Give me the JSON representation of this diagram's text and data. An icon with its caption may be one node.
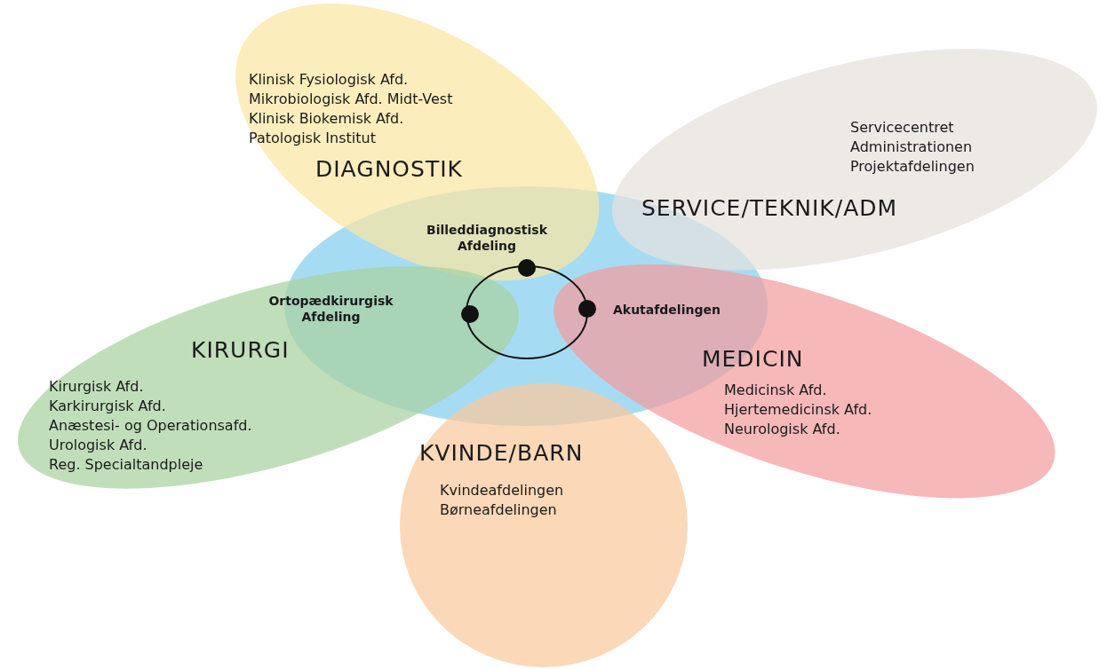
{
  "diagram": {
    "nodes": [
      {
        "text": [
          "Klinisk Fysiologisk Afd.",
          "Mikrobiologisk Afd. Midt-Vest",
          "Klinisk Biokemisk Afd.",
          "Patologisk Institut",
          "DIAGNOSTIK"
        ]
      },
      {
        "text": [
          "Servicecentret",
          "Administrationen",
          "Projektafdelingen",
          "SERVICE/TEKNIK/ADM"
        ]
      },
      {
        "text": [],
        "shape": "circle"
      },
      {
        "text": [
          "KIRURGI",
          "Kirurgisk Afd.",
          "Karkirurgisk Afd.",
          "Anæstesi- og Operationsafd.",
          "Urologisk Afd.",
          "Reg. Specialtandpleje"
        ]
      },
      {
        "text": [
          "MEDICIN",
          "Medicinsk Afd.",
          "Hjertemedicinsk Afd.",
          "Neurologisk Afd."
        ]
      },
      {
        "text": [
          "KVINDE/BARN",
          "Kvindeafdelingen",
          "Børneafdelingen"
        ]
      }
    ],
    "edges": [],
    "labels": [
      "Billeddiagnostisk Afdeling",
      "Ortopædkirurgisk Afdeling",
      "Akutafdelingen"
    ]
  }
}
